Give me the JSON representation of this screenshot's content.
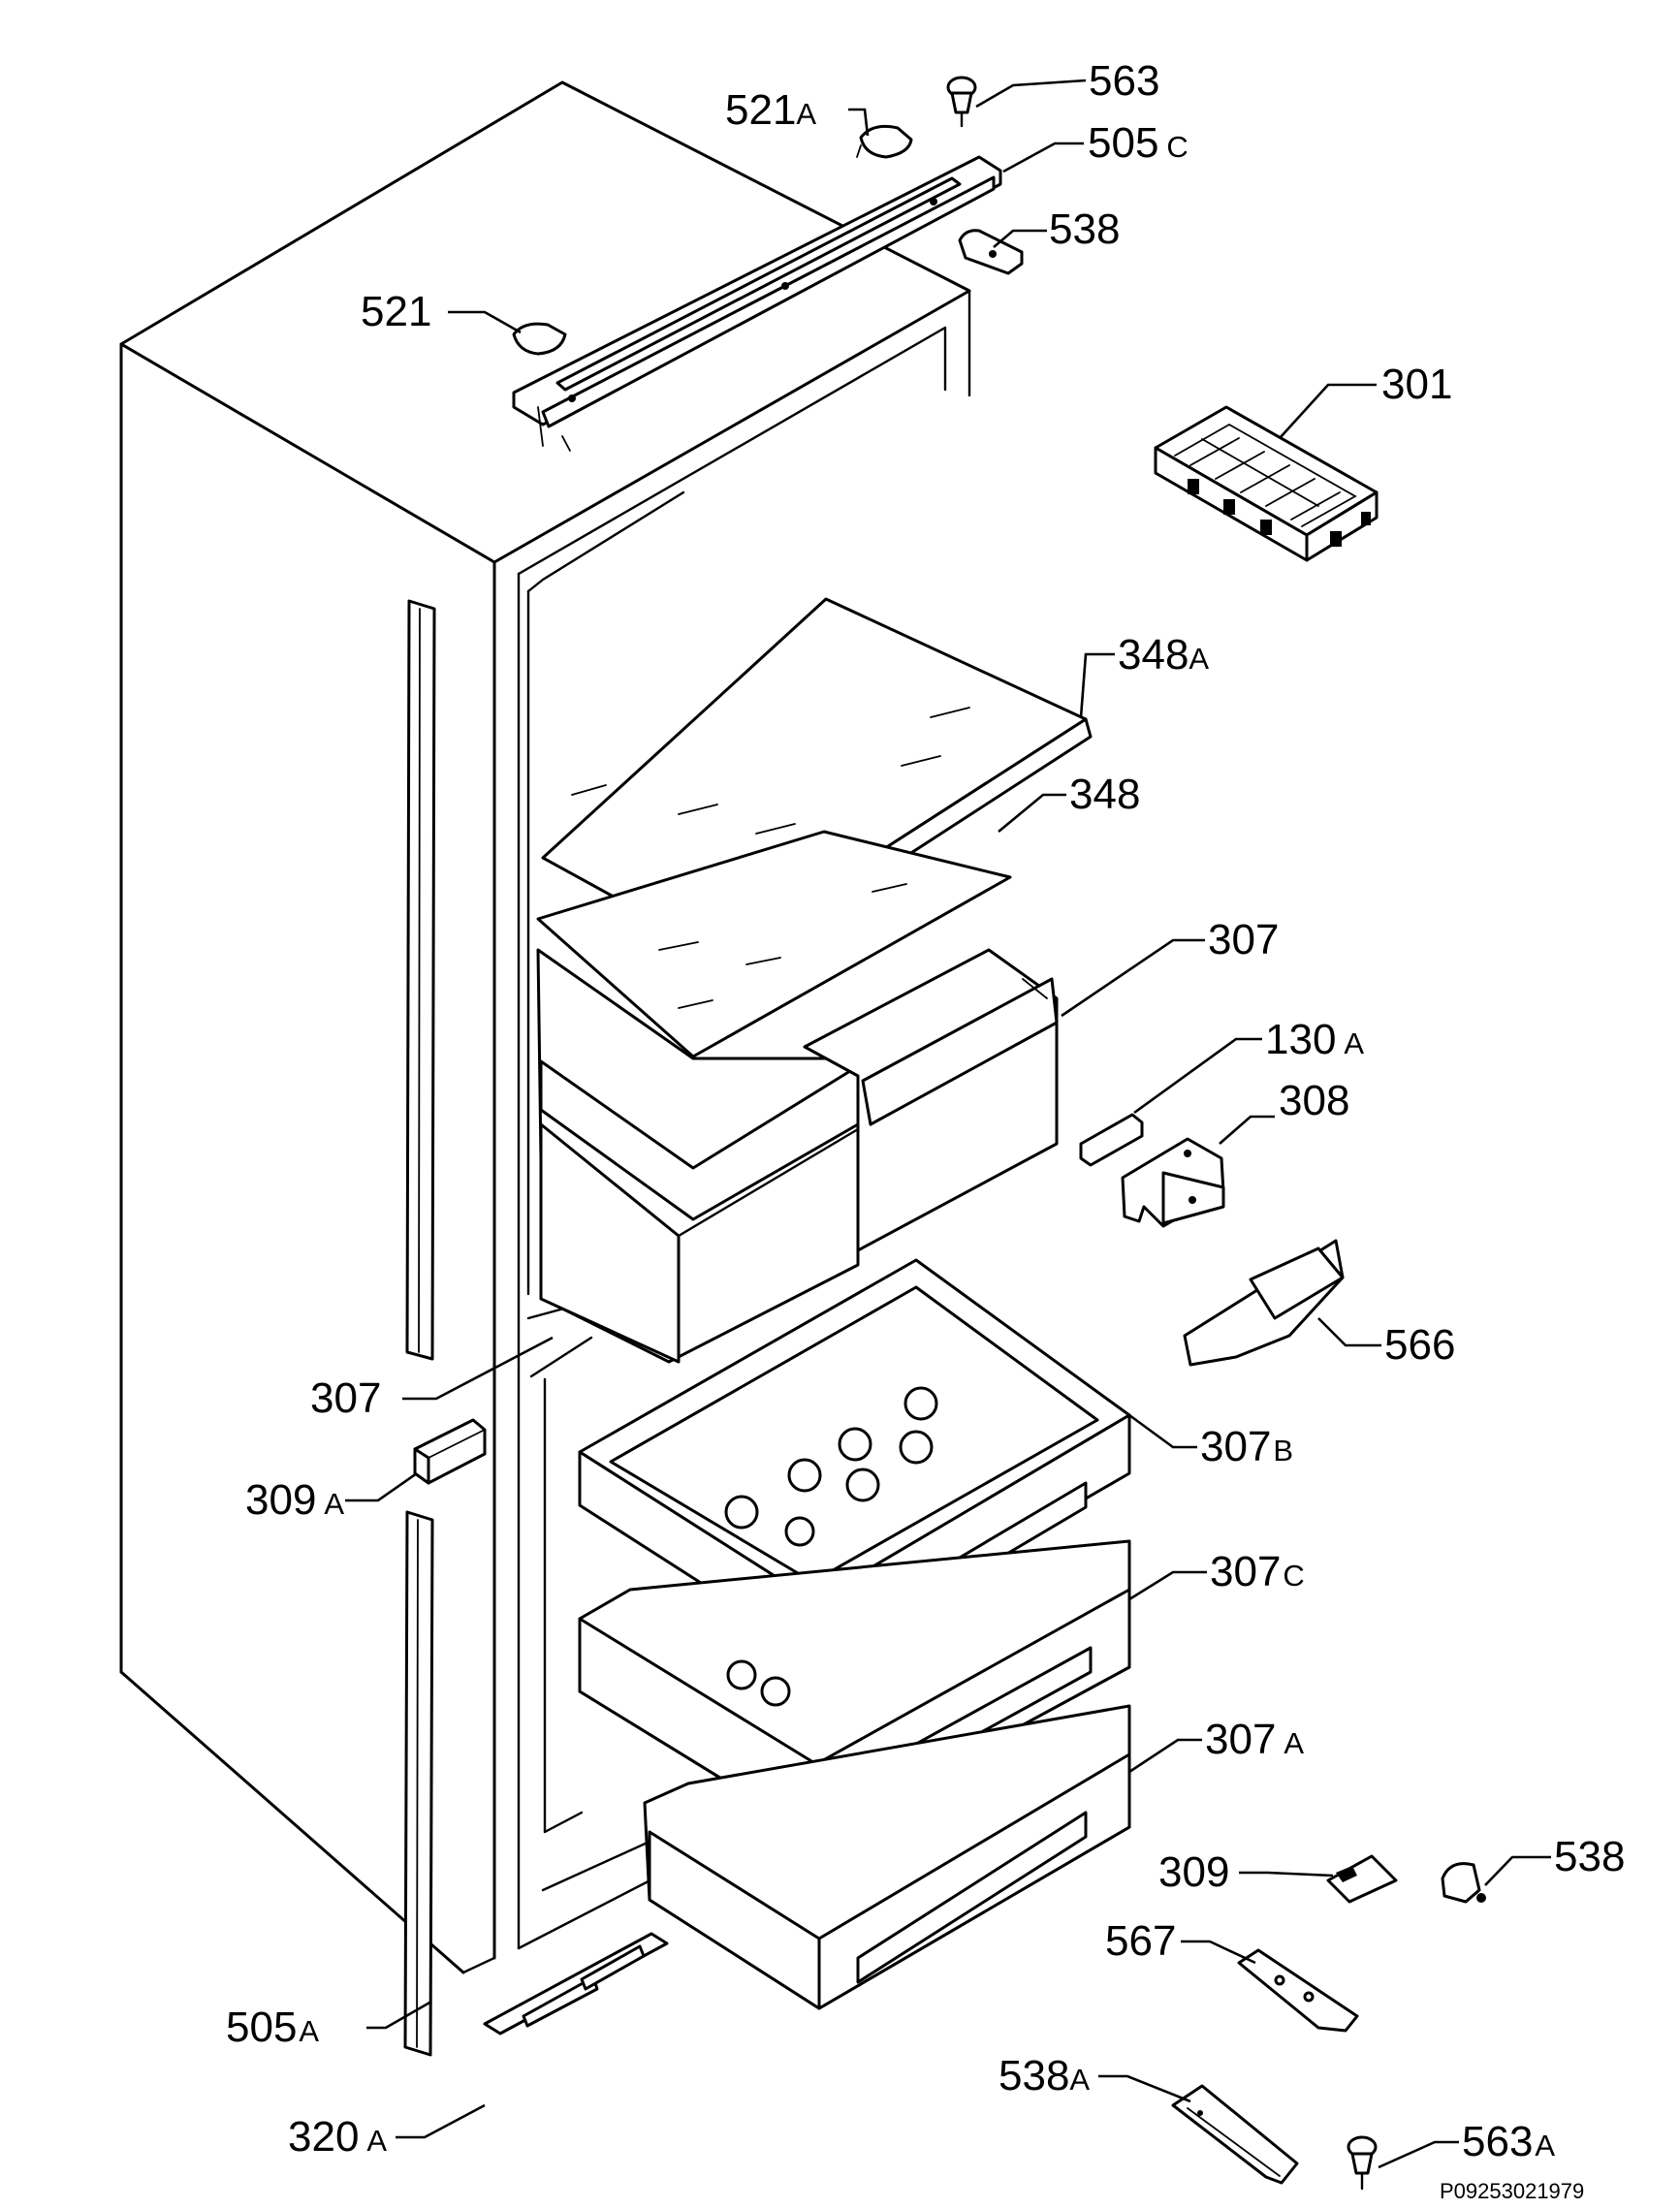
{
  "labels": {
    "p563": "563",
    "p521a": {
      "num": "521",
      "suffix": "A"
    },
    "p505c": {
      "num": "505",
      "suffix": "C"
    },
    "p538_top": "538",
    "p521": "521",
    "p301": "301",
    "p348a": {
      "num": "348",
      "suffix": "A"
    },
    "p348": "348",
    "p307_top": "307",
    "p130a": {
      "num": "130",
      "suffix": "A"
    },
    "p308": "308",
    "p566": "566",
    "p307_left": "307",
    "p307b": {
      "num": "307",
      "suffix": "B"
    },
    "p309a": {
      "num": "309",
      "suffix": "A"
    },
    "p307c": {
      "num": "307",
      "suffix": "C"
    },
    "p307a": {
      "num": "307",
      "suffix": "A"
    },
    "p309": "309",
    "p538_bottom": "538",
    "p567": "567",
    "p505a": {
      "num": "505",
      "suffix": "A"
    },
    "p538a": {
      "num": "538",
      "suffix": "A"
    },
    "p563a": {
      "num": "563",
      "suffix": "A"
    },
    "p320a": {
      "num": "320",
      "suffix": "A"
    }
  },
  "drawing_code": "P09253021979"
}
